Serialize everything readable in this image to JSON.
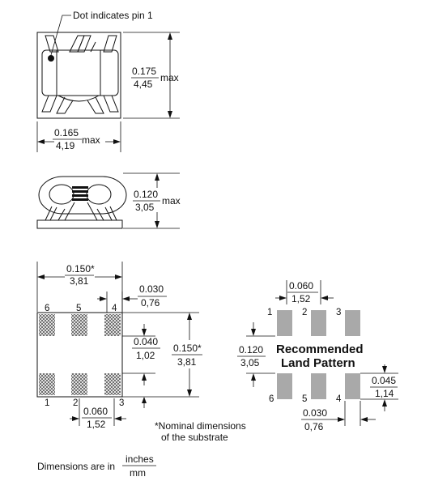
{
  "top_view": {
    "pin1_note": "Dot indicates pin 1",
    "height_in": "0.175",
    "height_mm": "4,45",
    "height_max": "max",
    "width_in": "0.165",
    "width_mm": "4,19",
    "width_max": "max"
  },
  "side_view": {
    "height_in": "0.120",
    "height_mm": "3,05",
    "height_max": "max"
  },
  "substrate": {
    "width_in": "0.150*",
    "width_mm": "3,81",
    "pad_gap_in": "0.030",
    "pad_gap_mm": "0,76",
    "pad_spacing_in": "0.040",
    "pad_spacing_mm": "1,02",
    "height_in": "0.150*",
    "height_mm": "3,81",
    "pitch_in": "0.060",
    "pitch_mm": "1,52",
    "pins_top": [
      "6",
      "5",
      "4"
    ],
    "pins_bottom": [
      "1",
      "2",
      "3"
    ],
    "footnote_line1": "*Nominal dimensions",
    "footnote_line2": "of the substrate"
  },
  "land_pattern": {
    "title_line1": "Recommended",
    "title_line2": "Land Pattern",
    "pitch_in": "0.060",
    "pitch_mm": "1,52",
    "row_gap_in": "0.120",
    "row_gap_mm": "3,05",
    "pad_len_in": "0.045",
    "pad_len_mm": "1,14",
    "pad_w_in": "0.030",
    "pad_w_mm": "0,76",
    "pins_top": [
      "1",
      "2",
      "3"
    ],
    "pins_bottom": [
      "6",
      "5",
      "4"
    ]
  },
  "units_note": {
    "prefix": "Dimensions are in",
    "numerator": "inches",
    "denominator": "mm"
  }
}
